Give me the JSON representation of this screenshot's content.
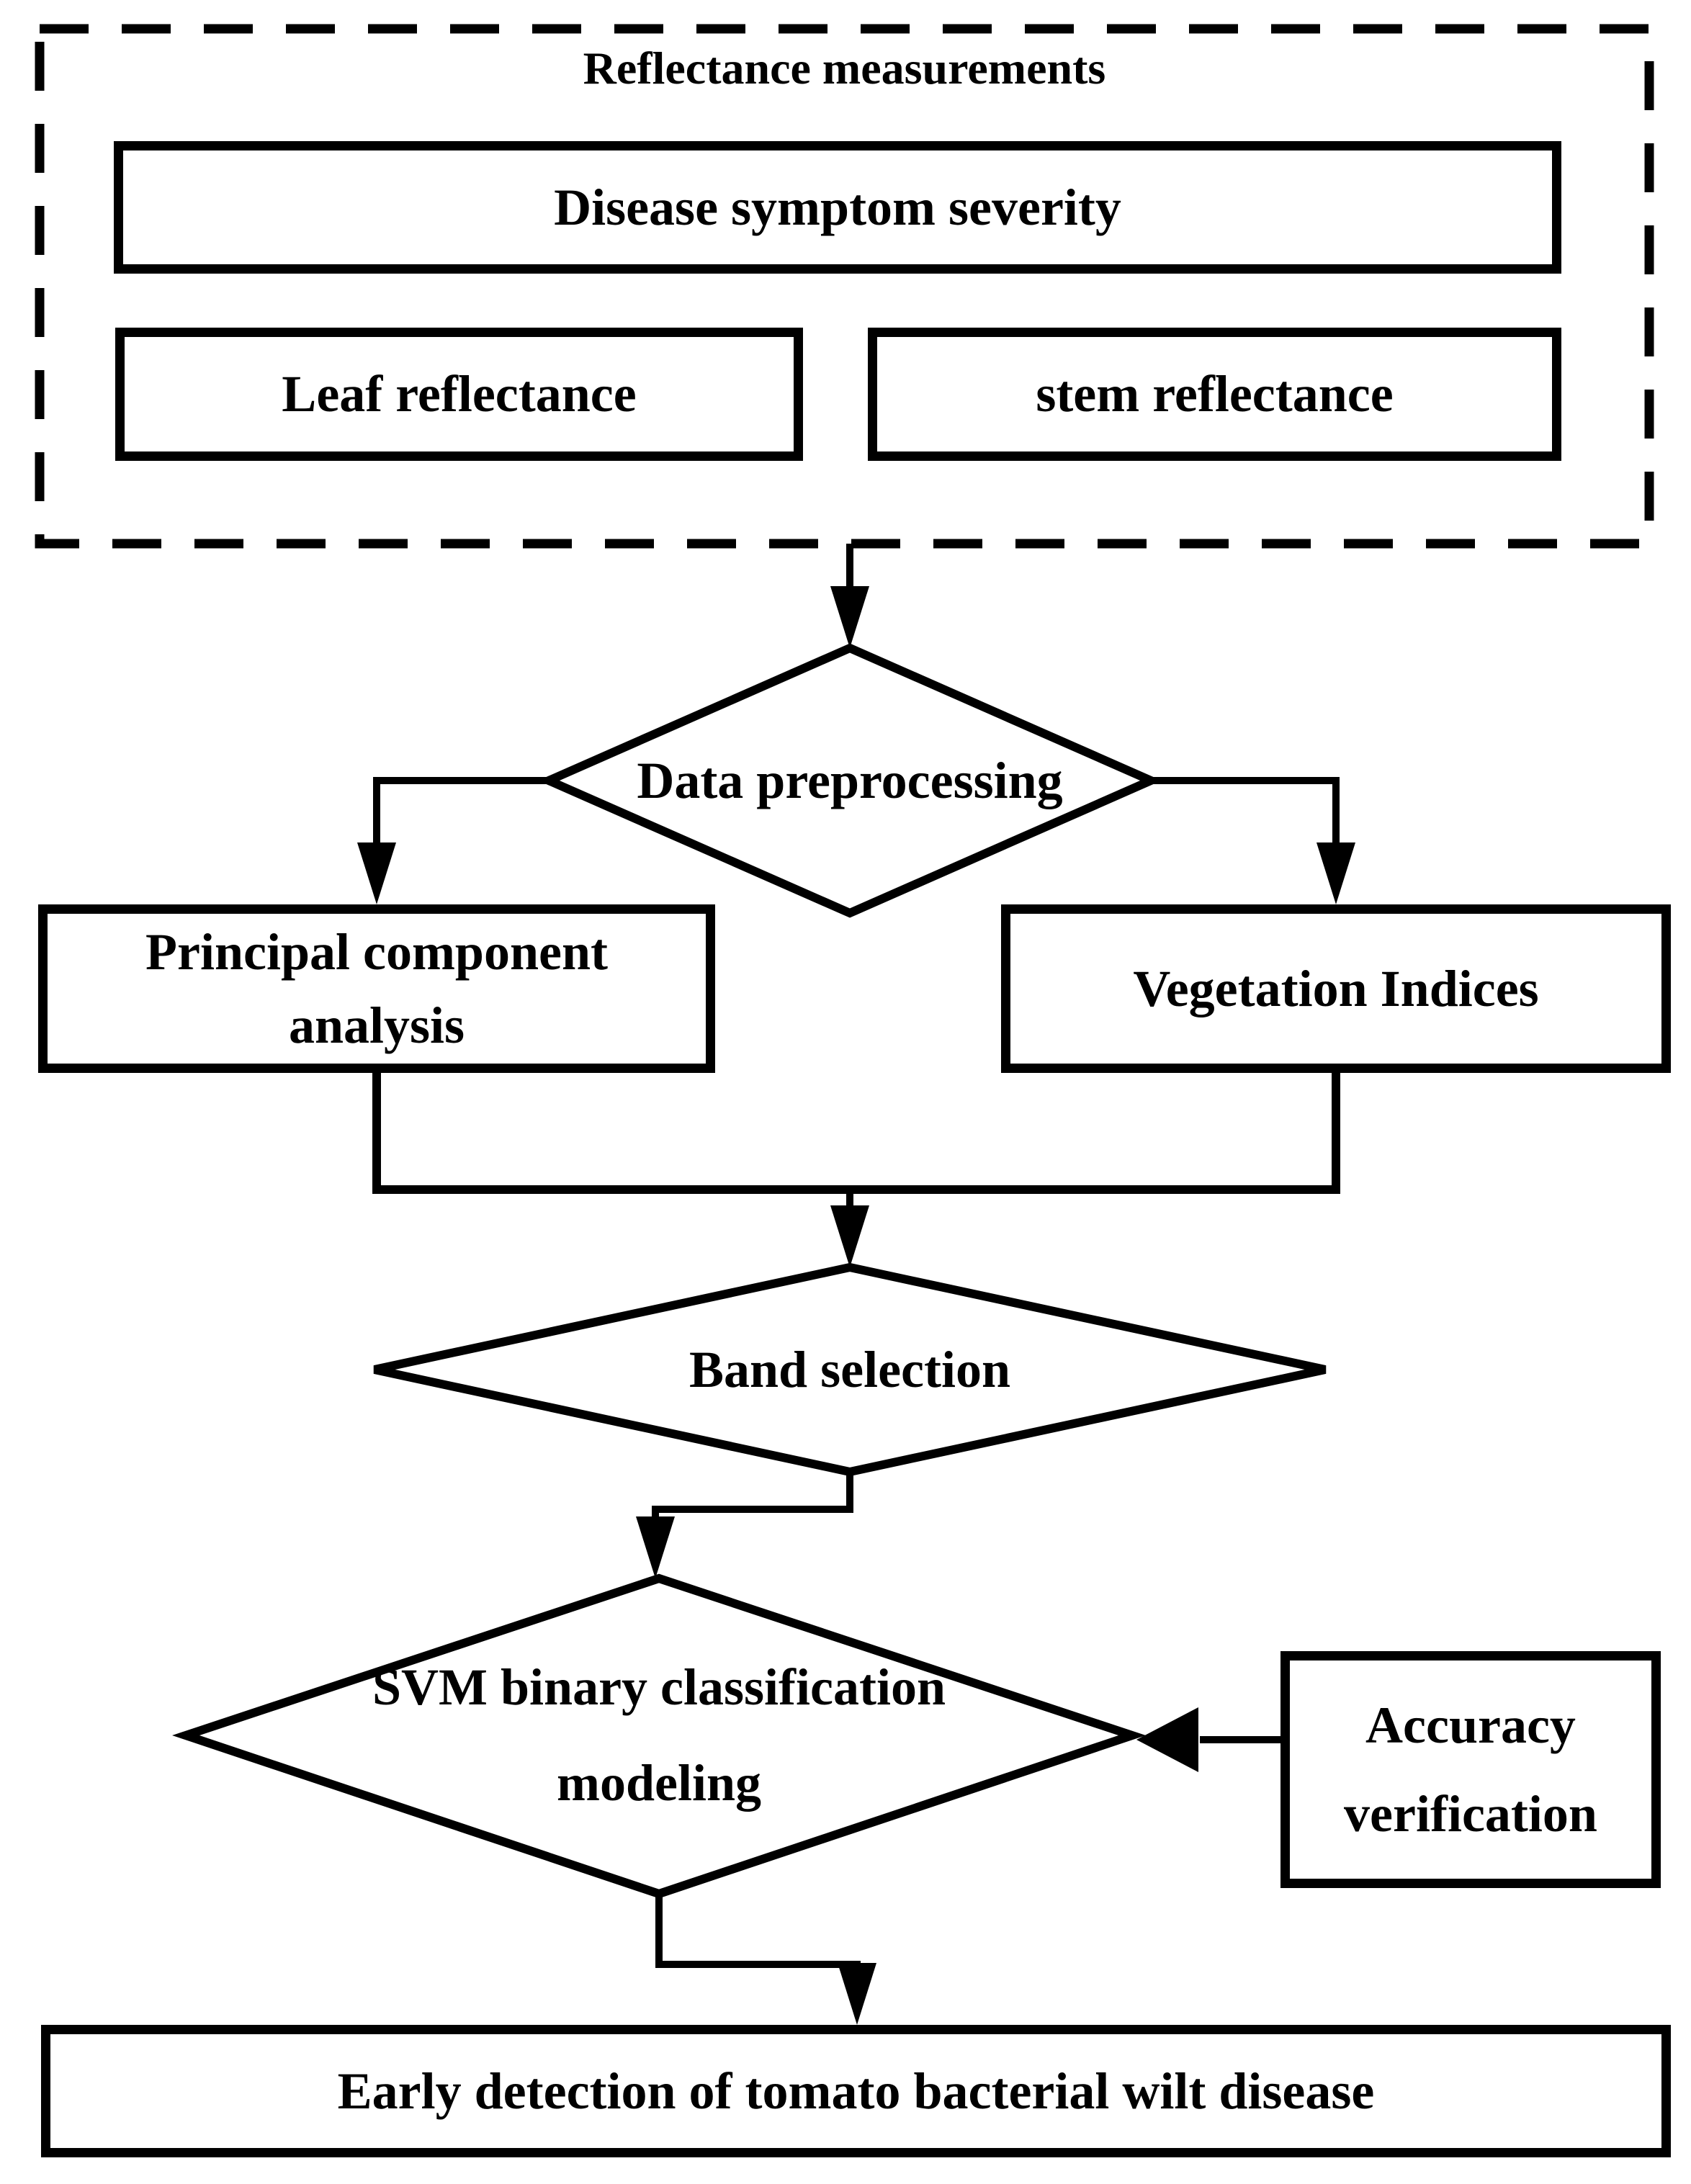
{
  "title": "Reflectance measurements",
  "nodes": {
    "disease": "Disease symptom severity",
    "leaf": "Leaf reflectance",
    "stem": "stem reflectance",
    "preprocess": "Data preprocessing",
    "pca": "Principal component\nanalysis",
    "veg": "Vegetation Indices",
    "band": "Band selection",
    "svm": "SVM binary classification\nmodeling",
    "accuracy": "Accuracy\nverification",
    "result": "Early detection of tomato bacterial wilt disease"
  },
  "colors": {
    "stroke": "#000000",
    "background": "#ffffff"
  }
}
